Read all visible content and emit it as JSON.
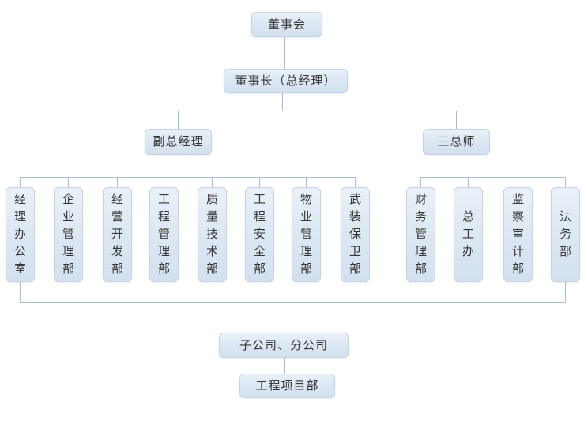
{
  "theme": {
    "background": "#ffffff",
    "box_fill_top": "#eaf1f8",
    "box_fill_mid": "#dde8f3",
    "box_fill_bottom": "#d3e0ee",
    "box_border": "#c6d4e6",
    "line_color": "#a9bdd9",
    "text_color": "#363636"
  },
  "org": {
    "root": {
      "label": "董事会"
    },
    "chairman": {
      "label": "董事长（总经理）"
    },
    "deputy_gm": {
      "label": "副总经理"
    },
    "three_chiefs": {
      "label": "三总师"
    },
    "left_depts": [
      "经理办公室",
      "企业管理部",
      "经营开发部",
      "工程管理部",
      "质量技术部",
      "工程安全部",
      "物业管理部",
      "武装保卫部"
    ],
    "right_depts": [
      "财务管理部",
      "总工办",
      "监察审计部",
      "法务部"
    ],
    "subsidiaries": {
      "label": "子公司、分公司"
    },
    "project_dept": {
      "label": "工程项目部"
    }
  }
}
